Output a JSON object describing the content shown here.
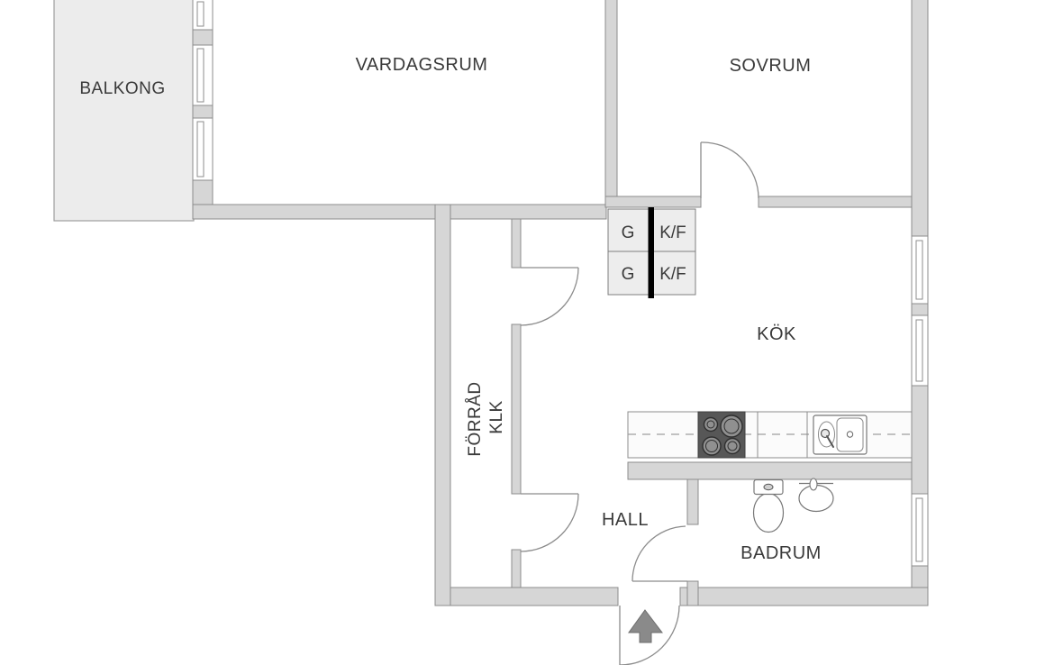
{
  "colors": {
    "wall_fill": "#d6d6d6",
    "wall_outline": "#8c8c8c",
    "balcony_fill": "#ececec",
    "cabinet_fill": "#ededed",
    "counter_fill": "#fbfbfb",
    "stove_fill": "#575757",
    "burner_fill": "#909090",
    "divider_black": "#000000",
    "arrow_fill": "#8a8a8a",
    "text_color": "#3a3a3a",
    "background": "#ffffff"
  },
  "rooms": {
    "balkong": "BALKONG",
    "vardagsrum": "VARDAGSRUM",
    "sovrum": "SOVRUM",
    "kok": "KÖK",
    "forrad_line1": "FÖRRÅD",
    "forrad_line2": "KLK",
    "hall": "HALL",
    "badrum": "BADRUM"
  },
  "cabinets": {
    "g_top": "G",
    "kf_top": "K/F",
    "g_bottom": "G",
    "kf_bottom": "K/F"
  }
}
